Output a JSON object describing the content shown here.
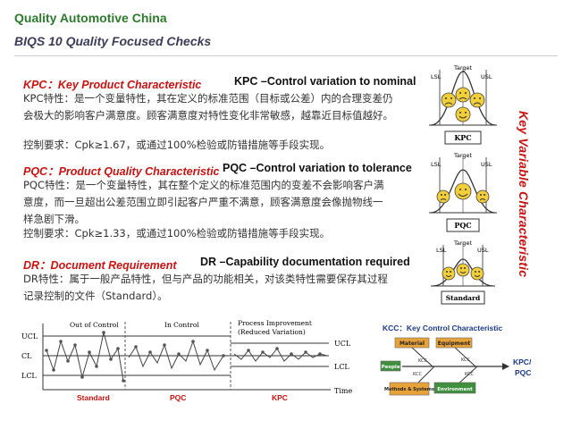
{
  "header": {
    "title": "Quality Automotive China",
    "subtitle": "BIQS 10 Quality Focused Checks"
  },
  "kpc": {
    "heading": "KPC：Key Product Characteristic",
    "heading_en": "KPC –Control variation to nominal",
    "line1": "KPC特性：是一个变量特性，其在定义的标准范围（目标或公差）内的合理变差仍",
    "line2": "会极大的影响客户满意度。顾客满意度对特性变化非常敏感，越靠近目标值越好。",
    "req": "控制要求：Cpk≥1.67，或通过100%检验或防错措施等手段实现。"
  },
  "pqc": {
    "heading": "PQC：Product Quality Characteristic",
    "heading_en": "PQC –Control variation to tolerance",
    "line1": "PQC特性：是一个变量特性，其在整个定义的标准范围内的变差不会影响客户满",
    "line2": "意度，而一旦超出公差范围立即引起客户严重不满意，顾客满意度会像抛物线一",
    "line3": "样急剧下滑。",
    "req": "控制要求：Cpk≥1.33，或通过100%检验或防错措施等手段实现。"
  },
  "dr": {
    "heading": "DR：Document Requirement",
    "heading_en": "DR –Capability documentation required",
    "line1": "DR特性：属于一般产品特性，但与产品的功能相关，对该类特性需要保存其过程",
    "line2": "记录控制的文件（Standard）。"
  },
  "sidebar": {
    "label": "Key Variable Characteristic"
  },
  "bells": [
    {
      "lsl": "LSL",
      "target": "Target",
      "usl": "USL",
      "badge": "KPC"
    },
    {
      "lsl": "LSL",
      "target": "Target",
      "usl": "USL",
      "badge": "PQC"
    },
    {
      "lsl": "LSL",
      "target": "Target",
      "usl": "USL",
      "badge": "Standard"
    }
  ],
  "control_chart": {
    "section_labels": [
      "Out of Control",
      "In Control",
      "Process Improvement",
      "(Reduced Variation)"
    ],
    "left_axis": [
      "UCL",
      "CL",
      "LCL"
    ],
    "right_axis": [
      "UCL",
      "LCL"
    ],
    "time_label": "Time",
    "bottom_labels": [
      "Standard",
      "PQC",
      "KPC"
    ]
  },
  "kcc": {
    "title": "KCC：Key Control Characteristic",
    "boxes": [
      "Material",
      "Equipment",
      "People",
      "Methods & Systems",
      "Environment"
    ],
    "kcc_labels": [
      "KCC",
      "KCC",
      "KCC",
      "KCC"
    ],
    "result": "KPC/\nPQC",
    "result_line1": "KPC/",
    "result_line2": "PQC"
  },
  "colors": {
    "header_green": "#2d7a2d",
    "accent_red": "#cc1111",
    "kcc_blue": "#1a3a8a",
    "box_orange": "#e8a23a",
    "box_green": "#3f8f3f"
  }
}
